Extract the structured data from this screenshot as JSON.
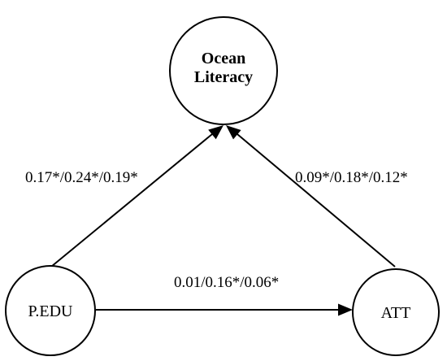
{
  "nodes": {
    "ocean_literacy": {
      "label_line1": "Ocean",
      "label_line2": "Literacy"
    },
    "pedu": {
      "label": "P.EDU"
    },
    "att": {
      "label": "ATT"
    }
  },
  "edges": {
    "pedu_to_ocean": {
      "label": "0.17*/0.24*/0.19*"
    },
    "att_to_ocean": {
      "label": "0.09*/0.18*/0.12*"
    },
    "pedu_to_att": {
      "label": "0.01/0.16*/0.06*"
    }
  },
  "colors": {
    "stroke": "#000000",
    "background": "#ffffff"
  }
}
